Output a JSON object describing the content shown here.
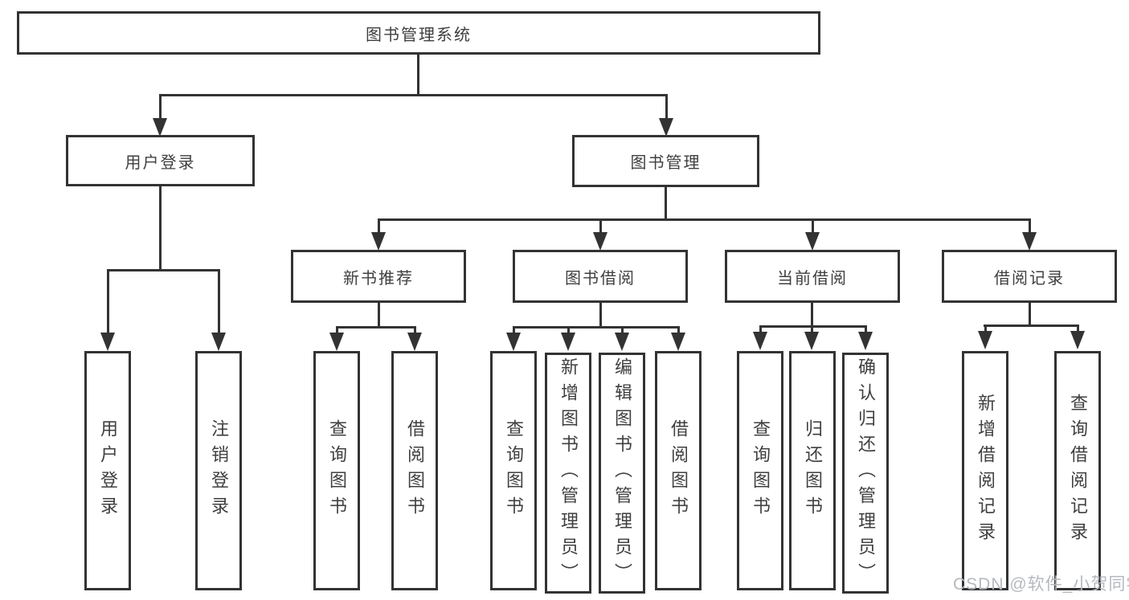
{
  "tree": {
    "root_label": "图书管理系统",
    "branches": [
      {
        "label": "用户登录",
        "children": [
          {
            "label": "用户登录"
          },
          {
            "label": "注销登录"
          }
        ]
      },
      {
        "label": "图书管理",
        "children": [
          {
            "label": "新书推荐",
            "children": [
              {
                "label": "查询图书"
              },
              {
                "label": "借阅图书"
              }
            ]
          },
          {
            "label": "图书借阅",
            "children": [
              {
                "label": "查询图书"
              },
              {
                "label": "新增图书（管理员）"
              },
              {
                "label": "编辑图书（管理员）"
              },
              {
                "label": "借阅图书"
              }
            ]
          },
          {
            "label": "当前借阅",
            "children": [
              {
                "label": "查询图书"
              },
              {
                "label": "归还图书"
              },
              {
                "label": "确认归还（管理员）"
              }
            ]
          },
          {
            "label": "借阅记录",
            "children": [
              {
                "label": "新增借阅记录"
              },
              {
                "label": "查询借阅记录"
              }
            ]
          }
        ]
      }
    ]
  },
  "watermark": {
    "text": "CSDN @软件_小贺同学",
    "color": "#b5b9bf"
  },
  "colors": {
    "line": "#333333",
    "text": "#3f3f3f",
    "background": "#ffffff"
  }
}
